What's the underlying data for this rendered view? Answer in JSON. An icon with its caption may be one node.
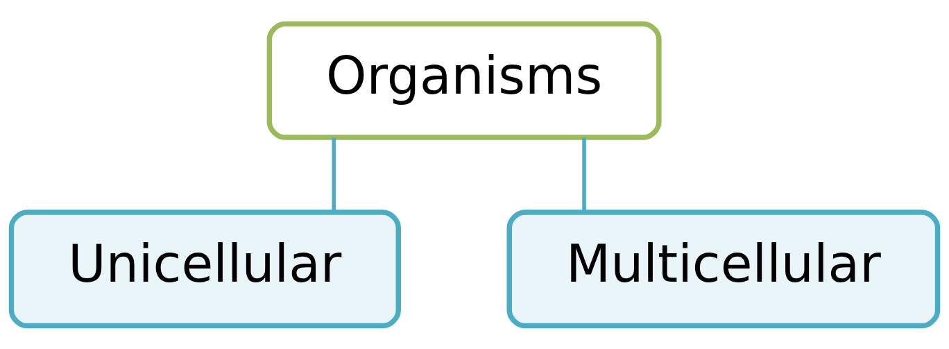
{
  "diagram": {
    "nodes": [
      {
        "text": [
          "Organisms"
        ]
      },
      {
        "text": [
          "Unicellular"
        ]
      },
      {
        "text": [
          "Multicellular"
        ]
      }
    ],
    "edges": [
      {
        "from": 0,
        "to": 1,
        "arrow": "none"
      },
      {
        "from": 0,
        "to": 2,
        "arrow": "none"
      }
    ]
  }
}
